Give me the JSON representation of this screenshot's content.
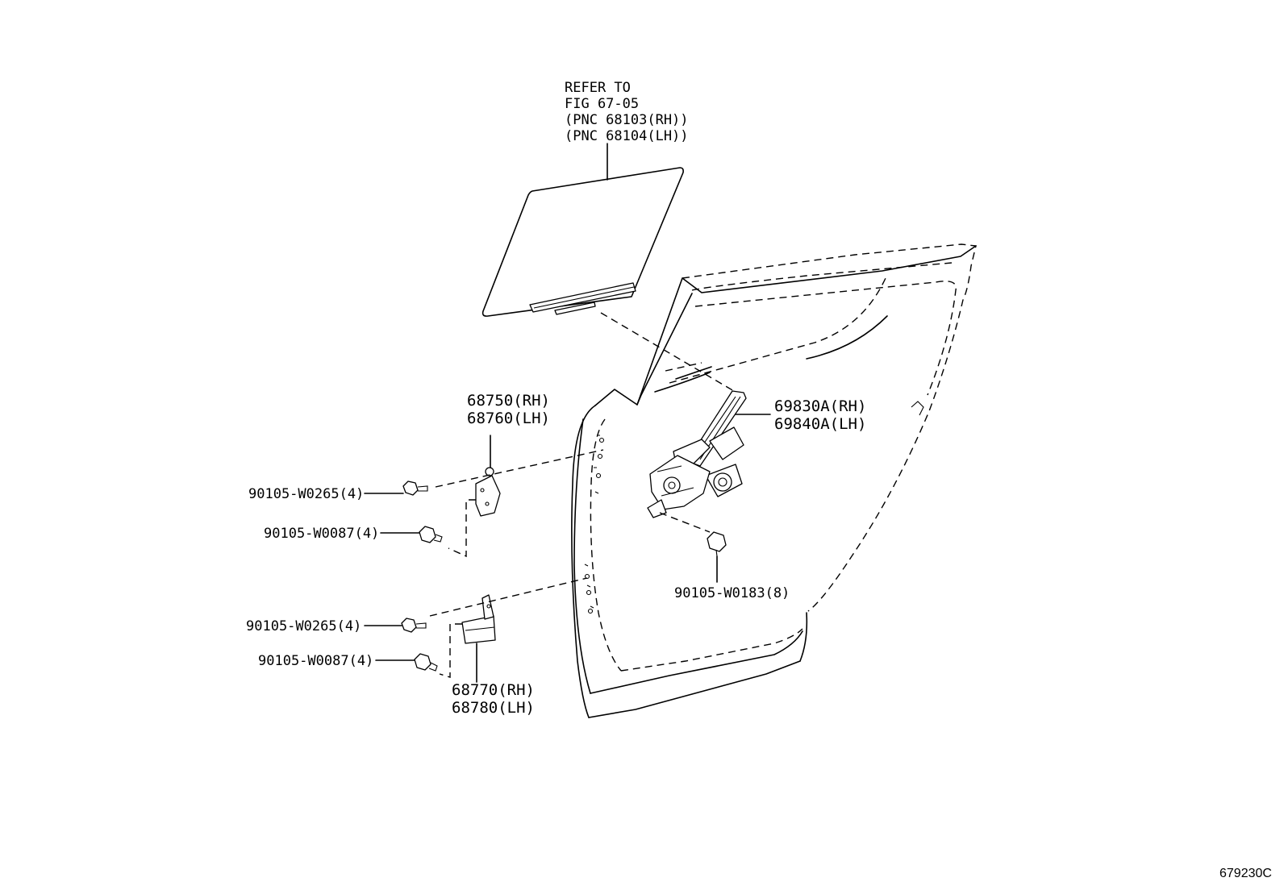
{
  "glass_reference": {
    "line1": "REFER TO",
    "line2": "FIG 67-05",
    "line3": "(PNC 68103(RH))",
    "line4": "(PNC 68104(LH))"
  },
  "parts": {
    "upper_hinge_rh": "68750(RH)",
    "upper_hinge_lh": "68760(LH)",
    "lower_hinge_rh": "68770(RH)",
    "lower_hinge_lh": "68780(LH)",
    "regulator_rh": "69830A(RH)",
    "regulator_lh": "69840A(LH)",
    "bolt_upper_1": "90105-W0265(4)",
    "bolt_upper_2": "90105-W0087(4)",
    "bolt_lower_1": "90105-W0265(4)",
    "bolt_lower_2": "90105-W0087(4)",
    "regulator_bolt": "90105-W0183(8)"
  },
  "figure_code": "679230C"
}
